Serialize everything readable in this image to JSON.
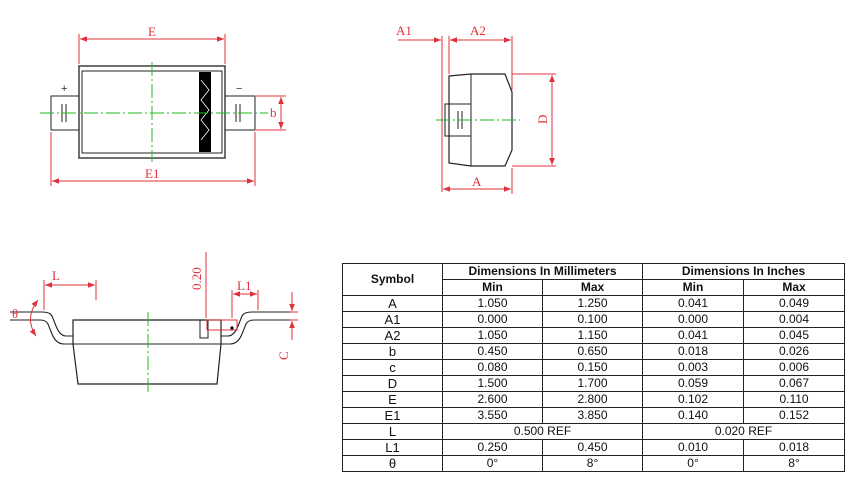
{
  "drawing_labels": {
    "E": "E",
    "E1": "E1",
    "b": "b",
    "plus": "+",
    "minus": "−",
    "A1": "A1",
    "A2": "A2",
    "D": "D",
    "A": "A",
    "L": "L",
    "theta": "θ",
    "clearance": "0.20",
    "L1": "L1",
    "c": "C"
  },
  "table": {
    "header_symbol": "Symbol",
    "header_mm": "Dimensions In Millimeters",
    "header_in": "Dimensions In Inches",
    "sub_min": "Min",
    "sub_max": "Max",
    "rows": [
      {
        "symbol": "A",
        "mm_min": "1.050",
        "mm_max": "1.250",
        "in_min": "0.041",
        "in_max": "0.049"
      },
      {
        "symbol": "A1",
        "mm_min": "0.000",
        "mm_max": "0.100",
        "in_min": "0.000",
        "in_max": "0.004"
      },
      {
        "symbol": "A2",
        "mm_min": "1.050",
        "mm_max": "1.150",
        "in_min": "0.041",
        "in_max": "0.045"
      },
      {
        "symbol": "b",
        "mm_min": "0.450",
        "mm_max": "0.650",
        "in_min": "0.018",
        "in_max": "0.026"
      },
      {
        "symbol": "c",
        "mm_min": "0.080",
        "mm_max": "0.150",
        "in_min": "0.003",
        "in_max": "0.006"
      },
      {
        "symbol": "D",
        "mm_min": "1.500",
        "mm_max": "1.700",
        "in_min": "0.059",
        "in_max": "0.067"
      },
      {
        "symbol": "E",
        "mm_min": "2.600",
        "mm_max": "2.800",
        "in_min": "0.102",
        "in_max": "0.110"
      },
      {
        "symbol": "E1",
        "mm_min": "3.550",
        "mm_max": "3.850",
        "in_min": "0.140",
        "in_max": "0.152"
      },
      {
        "symbol": "L",
        "mm_ref": "0.500 REF",
        "in_ref": "0.020 REF"
      },
      {
        "symbol": "L1",
        "mm_min": "0.250",
        "mm_max": "0.450",
        "in_min": "0.010",
        "in_max": "0.018"
      },
      {
        "symbol": "θ",
        "mm_min": "0°",
        "mm_max": "8°",
        "in_min": "0°",
        "in_max": "8°"
      }
    ]
  },
  "colors": {
    "dimension": "#e0303a",
    "centerline": "#22bb22",
    "outline": "#222222"
  }
}
